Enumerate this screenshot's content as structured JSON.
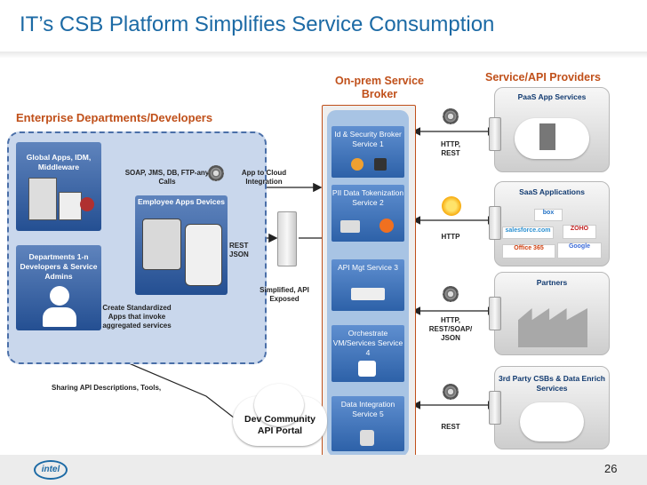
{
  "title": "IT’s CSB Platform Simplifies Service Consumption",
  "sections": {
    "enterprise": "Enterprise Departments/Developers",
    "onprem": "On-prem Service Broker",
    "providers": "Service/API Providers"
  },
  "enterprise": {
    "global_apps": "Global Apps, IDM, Middleware",
    "departments": "Departments 1-n Developers & Service Admins",
    "employee_apps": "Employee Apps Devices",
    "soap_label": "SOAP, JMS, DB, FTP-any Calls",
    "cloud_integration": "App to Cloud Integration",
    "rest_json": "REST JSON",
    "simplified_api": "Simplified, API Exposed",
    "create_apps": "Create Standardized Apps that invoke aggregated services",
    "sharing": "Sharing API Descriptions, Tools,"
  },
  "broker_services": [
    "Id & Security Broker Service 1",
    "PII Data Tokenization Service 2",
    "API Mgt Service 3",
    "Orchestrate VM/Services Service 4",
    "Data Integration Service 5"
  ],
  "protocols": [
    "HTTP, REST",
    "HTTP",
    "HTTP, REST/SOAP/ JSON",
    "REST"
  ],
  "providers": [
    "PaaS App Services",
    "SaaS Applications",
    "Partners",
    "3rd Party CSBs & Data Enrich Services"
  ],
  "saas_logos": [
    "box",
    "salesforce.com",
    "ZOHO",
    "Office 365",
    "Google"
  ],
  "portal": "Dev Community API Portal",
  "footer": {
    "brand": "intel",
    "page": "26"
  },
  "colors": {
    "title": "#1c6aa5",
    "section": "#c0501a",
    "box": "#2d61a8",
    "panel": "#c9d7ec"
  }
}
